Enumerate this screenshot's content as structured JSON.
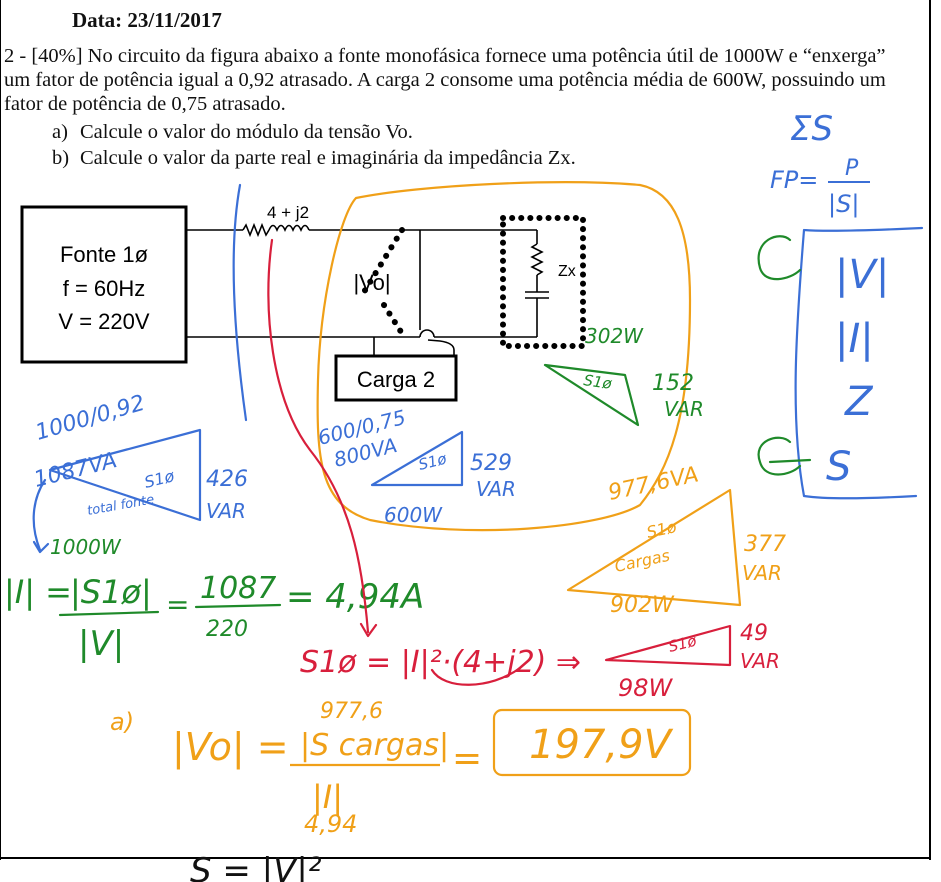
{
  "header": {
    "date": "Data: 23/11/2017"
  },
  "question": {
    "text": "2 - [40%] No circuito da figura abaixo a fonte monofásica fornece uma potência útil de 1000W e “enxerga” um fator de potência igual a 0,92 atrasado. A carga 2 consome uma potência média de 600W, possuindo um fator de potência de 0,75 atrasado.",
    "items": [
      {
        "label": "a)",
        "text": "Calcule o valor do módulo da tensão Vo."
      },
      {
        "label": "b)",
        "text": "Calcule o valor da parte real e imaginária da impedância Zx."
      }
    ]
  },
  "circuit": {
    "source": {
      "line1": "Fonte  1ø",
      "line2": "f = 60Hz",
      "line3": "V = 220V"
    },
    "impedance_label": "4 + j2",
    "vo_label": "|Vo|",
    "load2_label": "Carga 2",
    "zx_label": "Zx"
  },
  "annotations": {
    "colors": {
      "blue": "#3b6fd6",
      "green": "#1f8a2a",
      "red": "#d81f3c",
      "orange": "#f0a018",
      "black": "#111111"
    },
    "right_panel": {
      "s_vec": "ΣS",
      "fp": "FP=",
      "fp_num": "P",
      "fp_den": "|S|",
      "items": [
        "|V|",
        "|I|",
        "Z",
        "S"
      ]
    },
    "load_zx": {
      "p": "302W",
      "s": "S1ø",
      "q": "152",
      "q_unit": "VAR"
    },
    "load2": {
      "top": "600/0,75",
      "s_va": "800VA",
      "s": "S1ø",
      "q": "529",
      "q_unit": "VAR",
      "p": "600W"
    },
    "source_triangle": {
      "top": "1000/0,92",
      "s_va": "1087VA",
      "s": "S1ø",
      "inner": "total fonte",
      "q": "426",
      "q_unit": "VAR",
      "p": "1000W"
    },
    "loads_triangle": {
      "s_va": "977,6VA",
      "s": "S1ø",
      "inner": "Cargas",
      "q": "377",
      "q_unit": "VAR",
      "p": "902W"
    },
    "current_eq": {
      "lhs": "|I| =",
      "num": "|S1ø|",
      "den": "|V|",
      "eq": "=",
      "num2": "1087",
      "den2": "220",
      "result": "= 4,94A"
    },
    "line_power": {
      "text": "S1ø = |I|²·(4+j2) ⇒",
      "s": "S1ø",
      "q": "49",
      "q_unit": "VAR",
      "p": "98W"
    },
    "vo_eq": {
      "label": "a)",
      "lhs": "|Vo| =",
      "over_num": "977,6",
      "num": "|S cargas|",
      "den": "|I|",
      "under_den": "4,94",
      "eq": "=",
      "result": "197,9V"
    },
    "bottom": {
      "text": "S = |V|²"
    }
  }
}
